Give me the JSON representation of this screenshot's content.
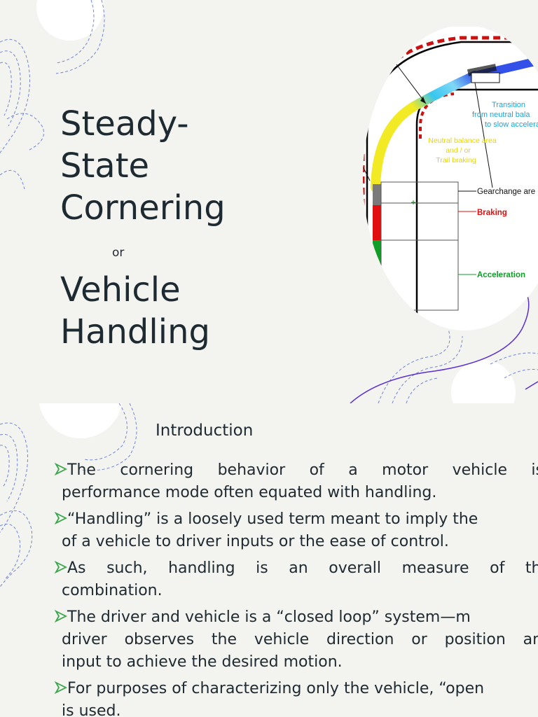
{
  "slide1": {
    "title_lines": [
      "Steady-",
      "State",
      "Cornering"
    ],
    "connector": "or",
    "subtitle_lines": [
      "Vehicle",
      "Handling"
    ],
    "diagram": {
      "label_transition_1": "Transition",
      "label_transition_2": "from neutral bala",
      "label_transition_3": "to slow accelera",
      "label_neutral_1": "Neutral balance area",
      "label_neutral_2": "and / or",
      "label_neutral_3": "Trail braking",
      "label_gearchange": "Gearchange are",
      "label_braking": "Braking",
      "label_acceleration": "Acceleration"
    }
  },
  "slide2": {
    "heading": "Introduction",
    "bullets": [
      {
        "lines": [
          "The cornering behavior of a motor vehicle is",
          "performance mode often equated with handling."
        ]
      },
      {
        "lines": [
          "“Handling” is a loosely used term meant to imply the",
          "of a vehicle to driver inputs or the ease of control."
        ]
      },
      {
        "lines": [
          "As such, handling is an overall measure of the",
          "combination."
        ]
      },
      {
        "lines": [
          "The driver and vehicle is a “closed loop” system—m",
          "driver observes the vehicle direction or position and",
          "input to achieve the desired motion."
        ]
      },
      {
        "lines": [
          "For purposes of characterizing only the vehicle, “open",
          "is used."
        ]
      }
    ]
  },
  "colors": {
    "background": "#f3f3ef",
    "text": "#1e2a31",
    "bullet_arrow": "#3aa64c",
    "deco_line": "#5a72d6",
    "deco_circle": "#ffffff",
    "accent_purple": "#5a2ed6"
  }
}
